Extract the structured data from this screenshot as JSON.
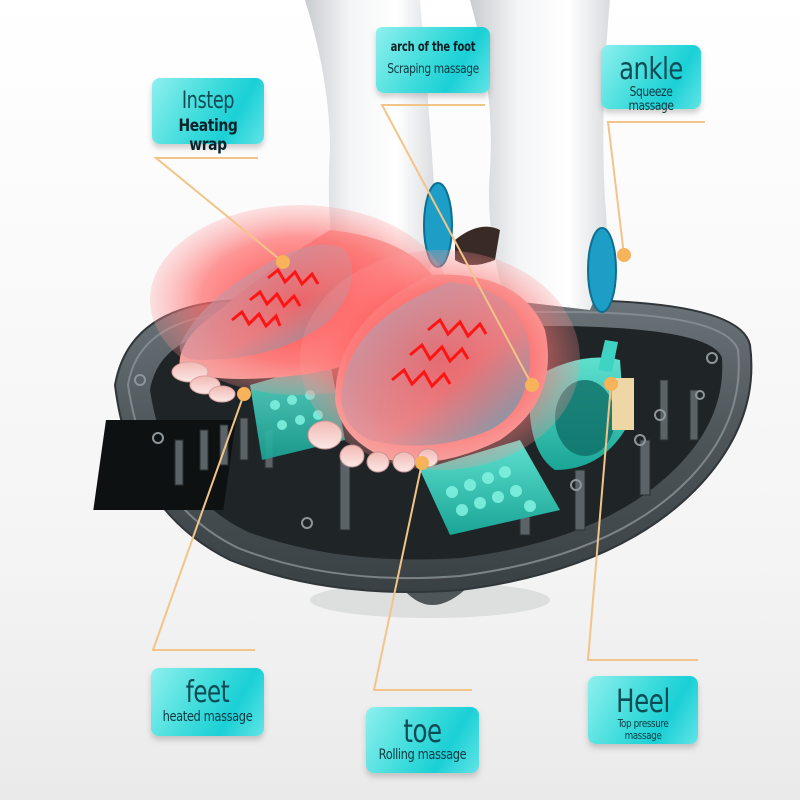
{
  "colors": {
    "callout_bg": "#3fdcdc",
    "callout_text": "#0e4c55",
    "leader_line": "#f3c489",
    "marker_dot": "#f6b35a",
    "heat_wave": "#ff1a1a",
    "massager_shell": "#4a5256",
    "roller_teal": "#2ec9b8"
  },
  "callouts": {
    "instep": {
      "title": "Instep",
      "subtitle": "Heating wrap"
    },
    "arch": {
      "title": "arch of the foot",
      "subtitle": "Scraping massage"
    },
    "ankle": {
      "title": "ankle",
      "subtitle": "Squeeze massage"
    },
    "feet": {
      "title": "feet",
      "subtitle": "heated massage"
    },
    "toe": {
      "title": "toe",
      "subtitle": "Rolling massage"
    },
    "heel": {
      "title": "Heel",
      "subtitle": "Top pressure massage"
    }
  },
  "product": {
    "name": "foot-massager-cutaway",
    "icons": [
      "heat-wave-icon",
      "marker-dot-icon"
    ]
  }
}
